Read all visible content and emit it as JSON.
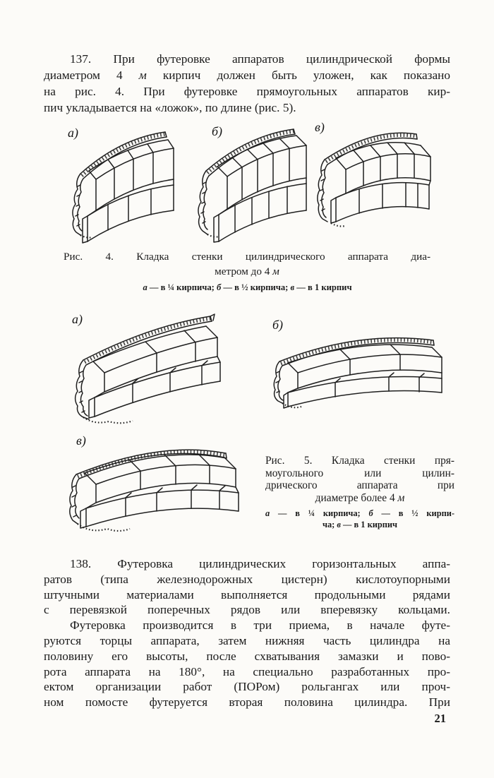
{
  "page_number": "21",
  "para137": {
    "line1": "137. При футеровке аппаратов цилиндрической формы",
    "line2a": "диаметром 4 ",
    "line2b": "м",
    "line2c": " кирпич должен быть уложен, как показано",
    "line3": "на рис. 4. При футеровке прямоугольных аппаратов кир-",
    "line4": "пич укладывается на «ложок», по длине (рис. 5)."
  },
  "fig4": {
    "label_a": "а)",
    "label_b": "б)",
    "label_v": "в)",
    "cap1": "Рис. 4. Кладка стенки цилиндрического аппарата диа-",
    "cap2a": "метром до 4 ",
    "cap2b": "м",
    "sub": {
      "s0": "а",
      "s1": " — в ¼ кирпича; ",
      "s2": "б",
      "s3": " — в ½ кирпича; ",
      "s4": "в",
      "s5": " — в 1 кирпич"
    }
  },
  "fig5": {
    "label_a": "а)",
    "label_b": "б)",
    "label_v": "в)",
    "cap1": "Рис. 5. Кладка стенки пря-",
    "cap2": "моугольного или цилин-",
    "cap3": "дрического аппарата при",
    "cap4a": "диаметре более 4 ",
    "cap4b": "м",
    "sub1": {
      "s0": "а",
      "s1": " — в ¼ кирпича; ",
      "s2": "б",
      "s3": " — в ½ кирпи-"
    },
    "sub2": {
      "s0": "ча; ",
      "s1": "в",
      "s2": " — в 1 кирпич"
    }
  },
  "para138": {
    "line1": "138. Футеровка цилиндрических горизонтальных аппа-",
    "line2": "ратов (типа железнодорожных цистерн) кислотоупорными",
    "line3": "штучными материалами выполняется продольными рядами",
    "line4": "с перевязкой поперечных рядов или вперевязку кольцами.",
    "line5": "Футеровка производится в три приема, в начале футе-",
    "line6": "руются торцы аппарата, затем нижняя часть цилиндра на",
    "line7": "половину его высоты, после схватывания замазки и пово-",
    "line8": "рота аппарата на 180°, на специально разработанных про-",
    "line9": "ектом организации работ (ПОРом) рольгангах или проч-",
    "line10": "ном помосте футеруется вторая половина цилиндра. При"
  }
}
